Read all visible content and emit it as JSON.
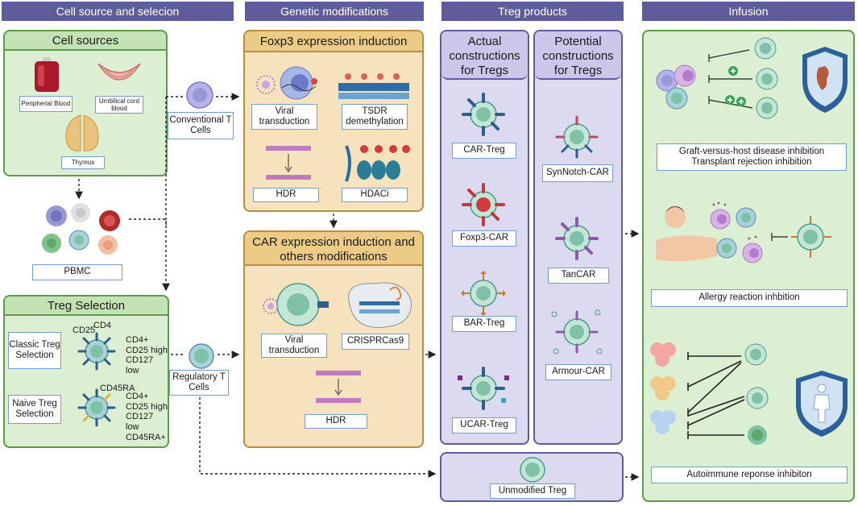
{
  "headers": {
    "cell_source": "Cell source and selecion",
    "genetic": "Genetic modifications",
    "products": "Treg products",
    "infusion": "Infusion"
  },
  "cell_sources": {
    "title": "Cell sources",
    "peripheral": "Peripherial Blood",
    "umbilical": "Umbilical cord blood",
    "thymus": "Thymus"
  },
  "pbmc": "PBMC",
  "treg_selection": {
    "title": "Treg Selection",
    "classic": "Classic Treg Selection",
    "classic_markers": [
      "CD4+",
      "CD25 high",
      "CD127 low"
    ],
    "naive": "Naive Treg Selection",
    "naive_markers": [
      "CD4+",
      "CD25 high",
      "CD127 low",
      "CD45RA+"
    ],
    "cd25": "CD25",
    "cd4": "CD4",
    "cd45ra": "CD45RA"
  },
  "conventional": "Conventional T Cells",
  "regulatory": "Regulatory T Cells",
  "foxp3_panel": {
    "title": "Foxp3 expression induction",
    "viral": "Viral transduction",
    "tsdr": "TSDR demethylation",
    "hdr": "HDR",
    "hdaci": "HDACi"
  },
  "car_panel": {
    "title": "CAR expression induction and others modifications",
    "viral": "Viral transduction",
    "crispr": "CRISPRCas9",
    "hdr": "HDR"
  },
  "actual": {
    "title": "Actual constructions for Tregs",
    "items": [
      "CAR-Treg",
      "Foxp3-CAR",
      "BAR-Treg",
      "UCAR-Treg"
    ]
  },
  "potential": {
    "title": "Potential constructions for Tregs",
    "items": [
      "SynNotch-CAR",
      "TanCAR",
      "Armour-CAR"
    ]
  },
  "unmodified": "Unmodified Treg",
  "infusion": {
    "gvhd": "Graft-versus-host disease inhibition",
    "transplant": "Transplant rejection inhibition",
    "allergy": "Allergy reaction inhbition",
    "autoimmune": "Autoimmune reponse inhibiton"
  },
  "colors": {
    "header": "#5f5c9c",
    "green_panel": "#dcefd2",
    "tan_panel": "#f6e3bd",
    "purple_panel": "#dcdaf0",
    "label_border": "#7a9ccc"
  }
}
